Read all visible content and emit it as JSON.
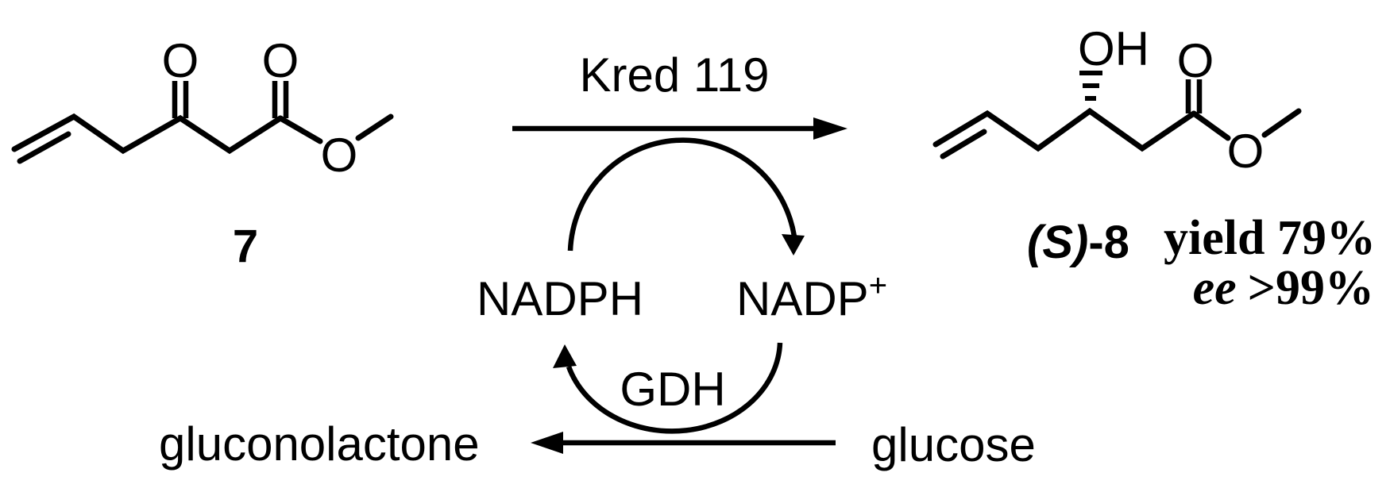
{
  "colors": {
    "ink": "#000000",
    "background": "#ffffff"
  },
  "substrate": {
    "id": "7",
    "ketone_oxygen": "O",
    "carbonyl_oxygen": "O",
    "ester_oxygen": "O"
  },
  "reaction_arrow": {
    "enzyme": "Kred 119"
  },
  "cofactor_cycle": {
    "reduced": "NADPH",
    "oxidized": "NADP",
    "oxidized_charge": "+",
    "regeneration_enzyme": "GDH"
  },
  "cosubstrate_arrow": {
    "product": "gluconolactone",
    "substrate": "glucose"
  },
  "product": {
    "hydroxyl": "OH",
    "carbonyl_oxygen": "O",
    "ester_oxygen": "O",
    "stereodescriptor": "(S)",
    "id_suffix": "-8",
    "yield": "yield 79%",
    "ee_label": "ee",
    "ee_value": ">99%"
  }
}
